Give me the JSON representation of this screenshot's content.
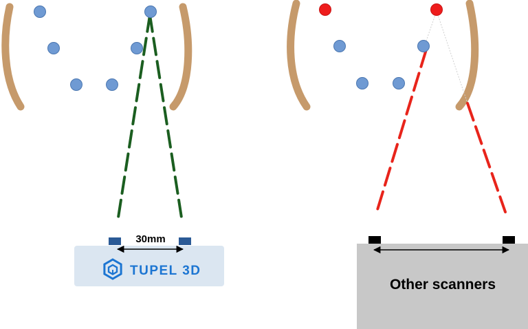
{
  "left_panel": {
    "baseline_label": "30mm",
    "brand_name": "TUPEL 3D",
    "colors": {
      "device_bg": "#dbe6f1",
      "sensor": "#2b5a96",
      "laser": "#1b5e20",
      "brand_text": "#1c75d2",
      "logo": "#1c75d2"
    }
  },
  "right_panel": {
    "device_label": "Other scanners",
    "colors": {
      "device_bg": "#c8c8c8",
      "sensor": "#000000",
      "laser": "#e8241b",
      "bad_marker": "#ee1c1c",
      "label_text": "#000000"
    }
  },
  "shared_colors": {
    "surface": "#c69a6b",
    "marker": "#6f9ad3",
    "marker_stroke": "#4a76b0",
    "arrow": "#000000"
  },
  "icons": {
    "logo": "hexagon-cube-icon"
  }
}
